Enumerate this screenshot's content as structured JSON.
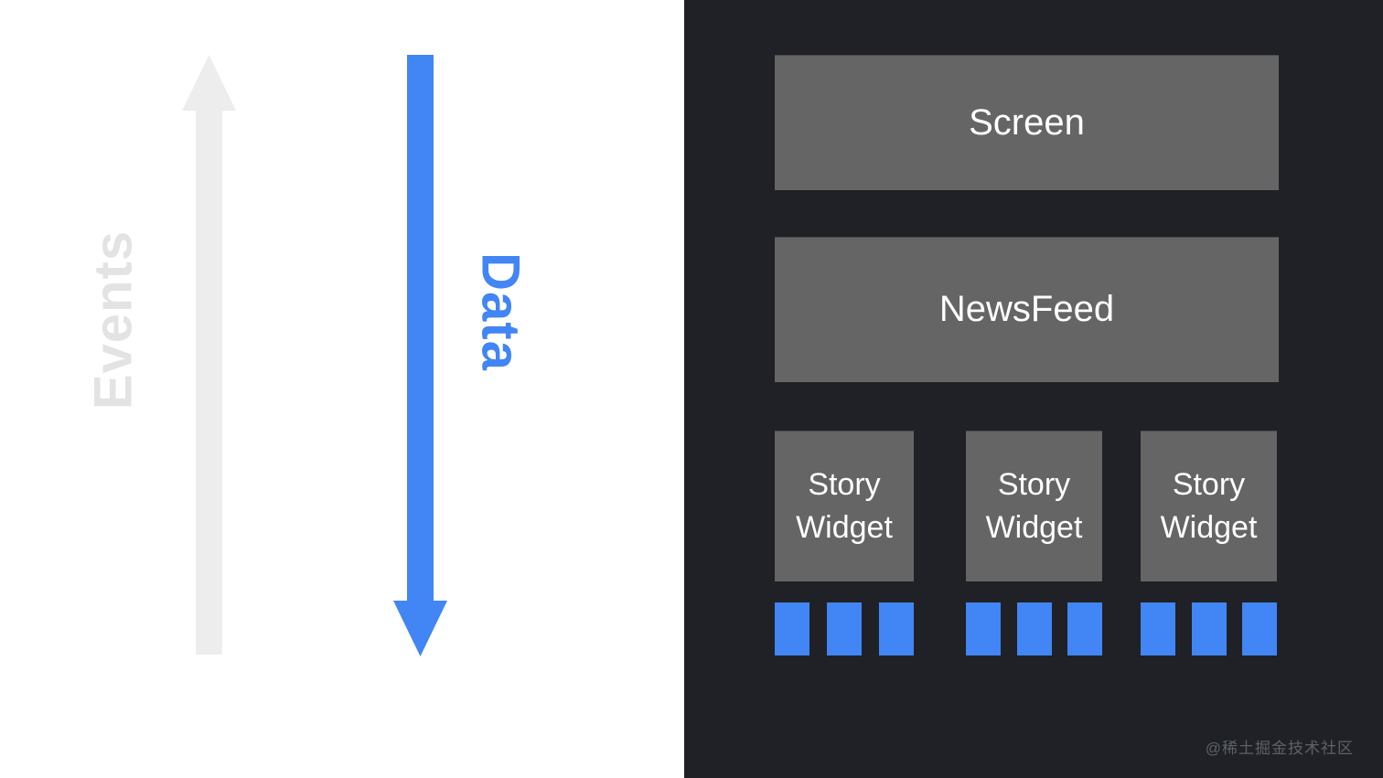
{
  "left_panel": {
    "events_label": "Events",
    "data_label": "Data"
  },
  "widget_tree": {
    "screen_label": "Screen",
    "newsfeed_label": "NewsFeed",
    "story_widgets": [
      {
        "label": "Story Widget",
        "data_blocks": 3
      },
      {
        "label": "Story Widget",
        "data_blocks": 3
      },
      {
        "label": "Story Widget",
        "data_blocks": 3
      }
    ]
  },
  "watermark": "@稀土掘金技术社区",
  "icons": {
    "events_arrow": "up-arrow-icon",
    "data_arrow": "down-arrow-icon"
  },
  "colors": {
    "page_bg": "#ffffff",
    "panel_bg": "#1f2126",
    "box_gray": "#656565",
    "box_text": "#ffffff",
    "arrow_gray": "#ededed",
    "events_text": "#e3e3e3",
    "accent_blue": "#4285f4",
    "watermark_text": "#5d6169"
  }
}
